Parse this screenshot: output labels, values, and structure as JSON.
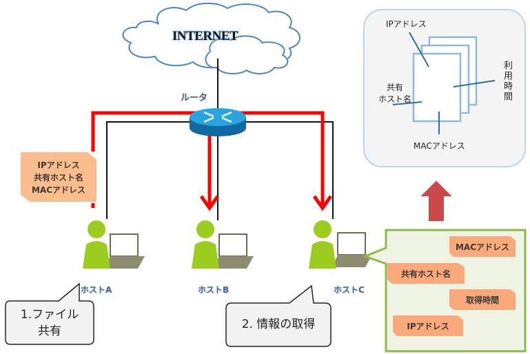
{
  "internet": {
    "label": "INTERNET"
  },
  "router": {
    "label": "ルータ"
  },
  "shared_info_tag": {
    "lines": [
      "IPアドレス",
      "共有ホスト名",
      "MACアドレス"
    ]
  },
  "hosts": [
    {
      "label": "ホストA"
    },
    {
      "label": "ホストB"
    },
    {
      "label": "ホストC"
    }
  ],
  "callouts": {
    "file_sharing": {
      "line1": "1.ファイル",
      "line2": "共有"
    },
    "info_acquisition": {
      "text": "2. 情報の取得"
    }
  },
  "record_panel": {
    "ip_address": "IPアドレス",
    "shared_host_name": {
      "line1": "共有",
      "line2": "ホスト名"
    },
    "usage_time": "利用時間",
    "mac_address": "MACアドレス"
  },
  "collected_panel": {
    "chips": [
      "MACアドレス",
      "共有ホスト名",
      "取得時間",
      "IPアドレス"
    ]
  },
  "colors": {
    "broadcast_line": "#ff0000",
    "network_line": "#111111",
    "person": "#9acd1e",
    "router": "#1f7fb6",
    "tag": "#fbbd8c",
    "chip": "#f9a97a",
    "panel_border": "#8fb8e0",
    "collected_border": "#8cb84a",
    "up_arrow": "#c9494a"
  }
}
